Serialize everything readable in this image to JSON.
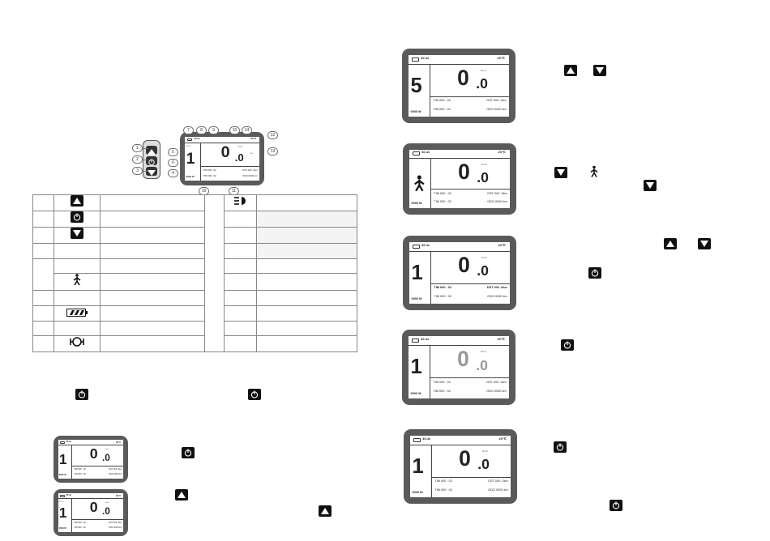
{
  "display_text": {
    "voltage": "40.4v",
    "temperature": "29℃",
    "level_1": "1",
    "level_5": "5",
    "level_label": "ASSIST",
    "power": "0000 W",
    "speed_int": "0",
    "speed_dec": ".0",
    "speed_unit": "km/h",
    "max_avg": "MXS",
    "row1_left": "TIM 000 : 02",
    "row1_right": "DST 000 .2km",
    "row2_left": "TIM 000 : 02",
    "row2_right": "ODO 0000 km"
  },
  "diagram_callouts": [
    "1",
    "2",
    "3",
    "4",
    "5",
    "6",
    "7",
    "8",
    "9",
    "10",
    "11",
    "12",
    "13",
    "14",
    "15"
  ],
  "icons": {
    "up": "up-arrow-key",
    "power": "power-key",
    "down": "down-arrow-key",
    "walk": "walk-assist",
    "battery": "battery-indicator",
    "light": "headlight-indicator",
    "motor": "motor-indicator"
  },
  "colors": {
    "bezel": "#5a5a5a",
    "screen": "#ffffff",
    "key": "#111111"
  }
}
